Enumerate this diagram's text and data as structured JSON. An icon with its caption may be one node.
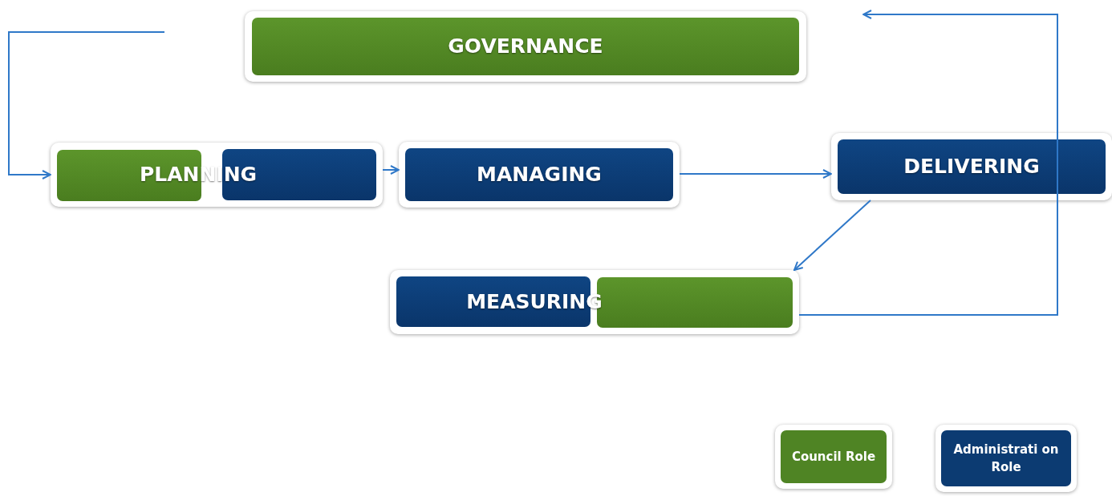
{
  "diagram": {
    "nodes": [
      {
        "text": [
          "GOVERNANCE"
        ]
      },
      {
        "text": [
          "PLANNING"
        ]
      },
      {
        "text": [
          "MANAGING"
        ]
      },
      {
        "text": [
          "DELIVERING"
        ]
      },
      {
        "text": [
          "MEASURING"
        ]
      }
    ],
    "edges": [
      {
        "from": null,
        "to": 1,
        "arrow": "to"
      },
      {
        "from": 1,
        "to": 2,
        "arrow": "to"
      },
      {
        "from": 2,
        "to": 3,
        "arrow": "to"
      },
      {
        "from": 3,
        "to": 4,
        "arrow": "to"
      },
      {
        "from": 4,
        "to": null,
        "arrow": "to"
      }
    ],
    "legend": [
      {
        "text": "Council Role",
        "color": "#4f8424"
      },
      {
        "text": "Administrati on Role",
        "color": "#0c3b72"
      }
    ]
  }
}
